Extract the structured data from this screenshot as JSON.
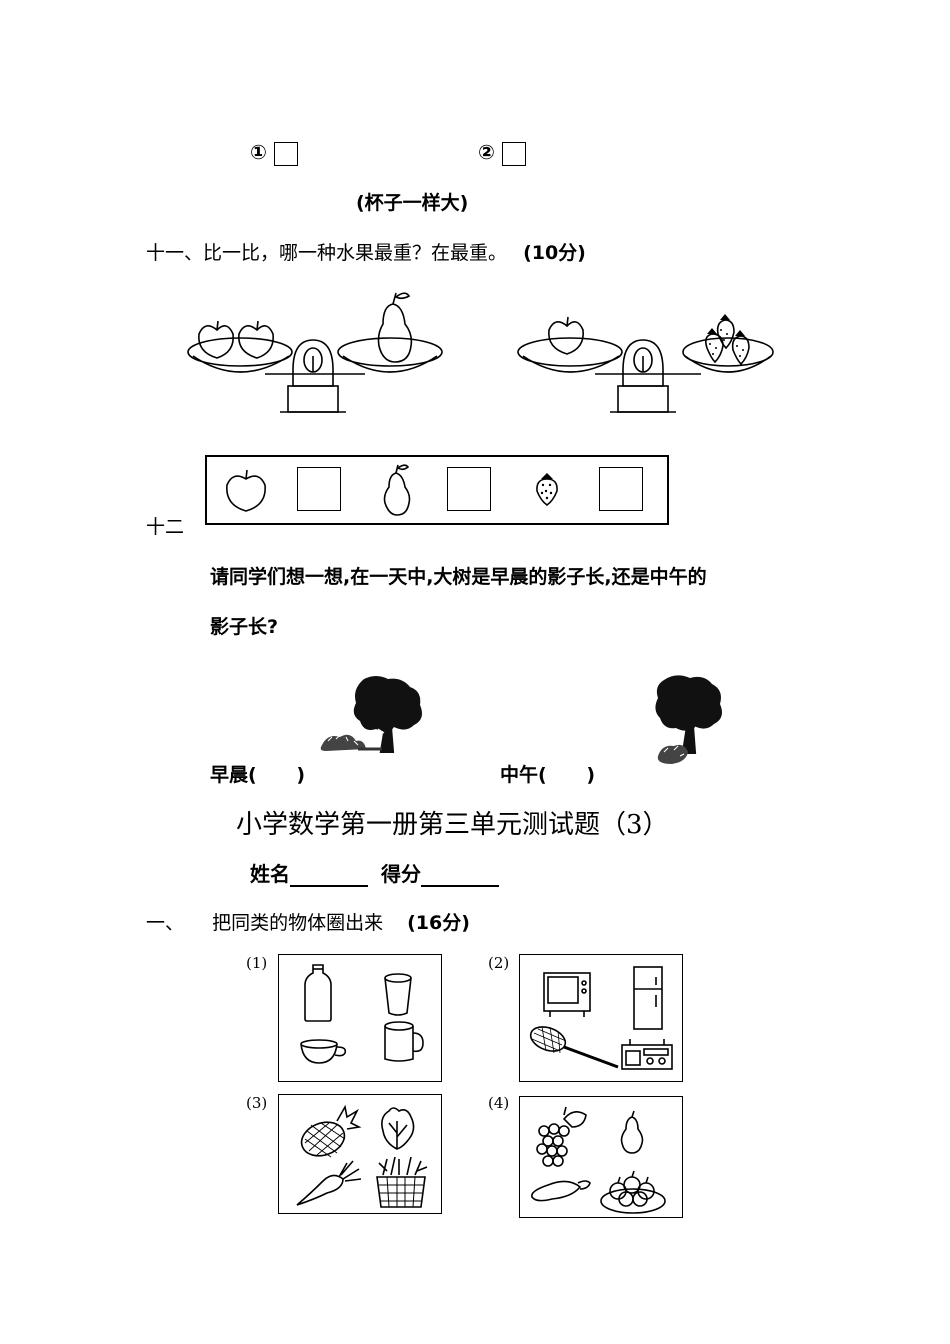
{
  "cup_options": {
    "label1": "①",
    "label2": "②",
    "note": "(杯子一样大)"
  },
  "q11": {
    "title": "十一、比一比，哪一种水果最重？在最重。",
    "score": "(10分)"
  },
  "q12": {
    "number": "十二",
    "line1": "请同学们想一想,在一天中,大树是早晨的影子长,还是中午的",
    "line2": "影子长?",
    "morning_label": "早晨(      )",
    "noon_label": "中午(      )"
  },
  "test": {
    "title": "小学数学第一册第三单元测试题（3）",
    "name_label": "姓名",
    "score_label": "得分"
  },
  "q1": {
    "number": "一、",
    "text": "把同类的物体圈出来",
    "score": "(16分)",
    "boxes": [
      "(1)",
      "(2)",
      "(3)",
      "(4)"
    ]
  }
}
